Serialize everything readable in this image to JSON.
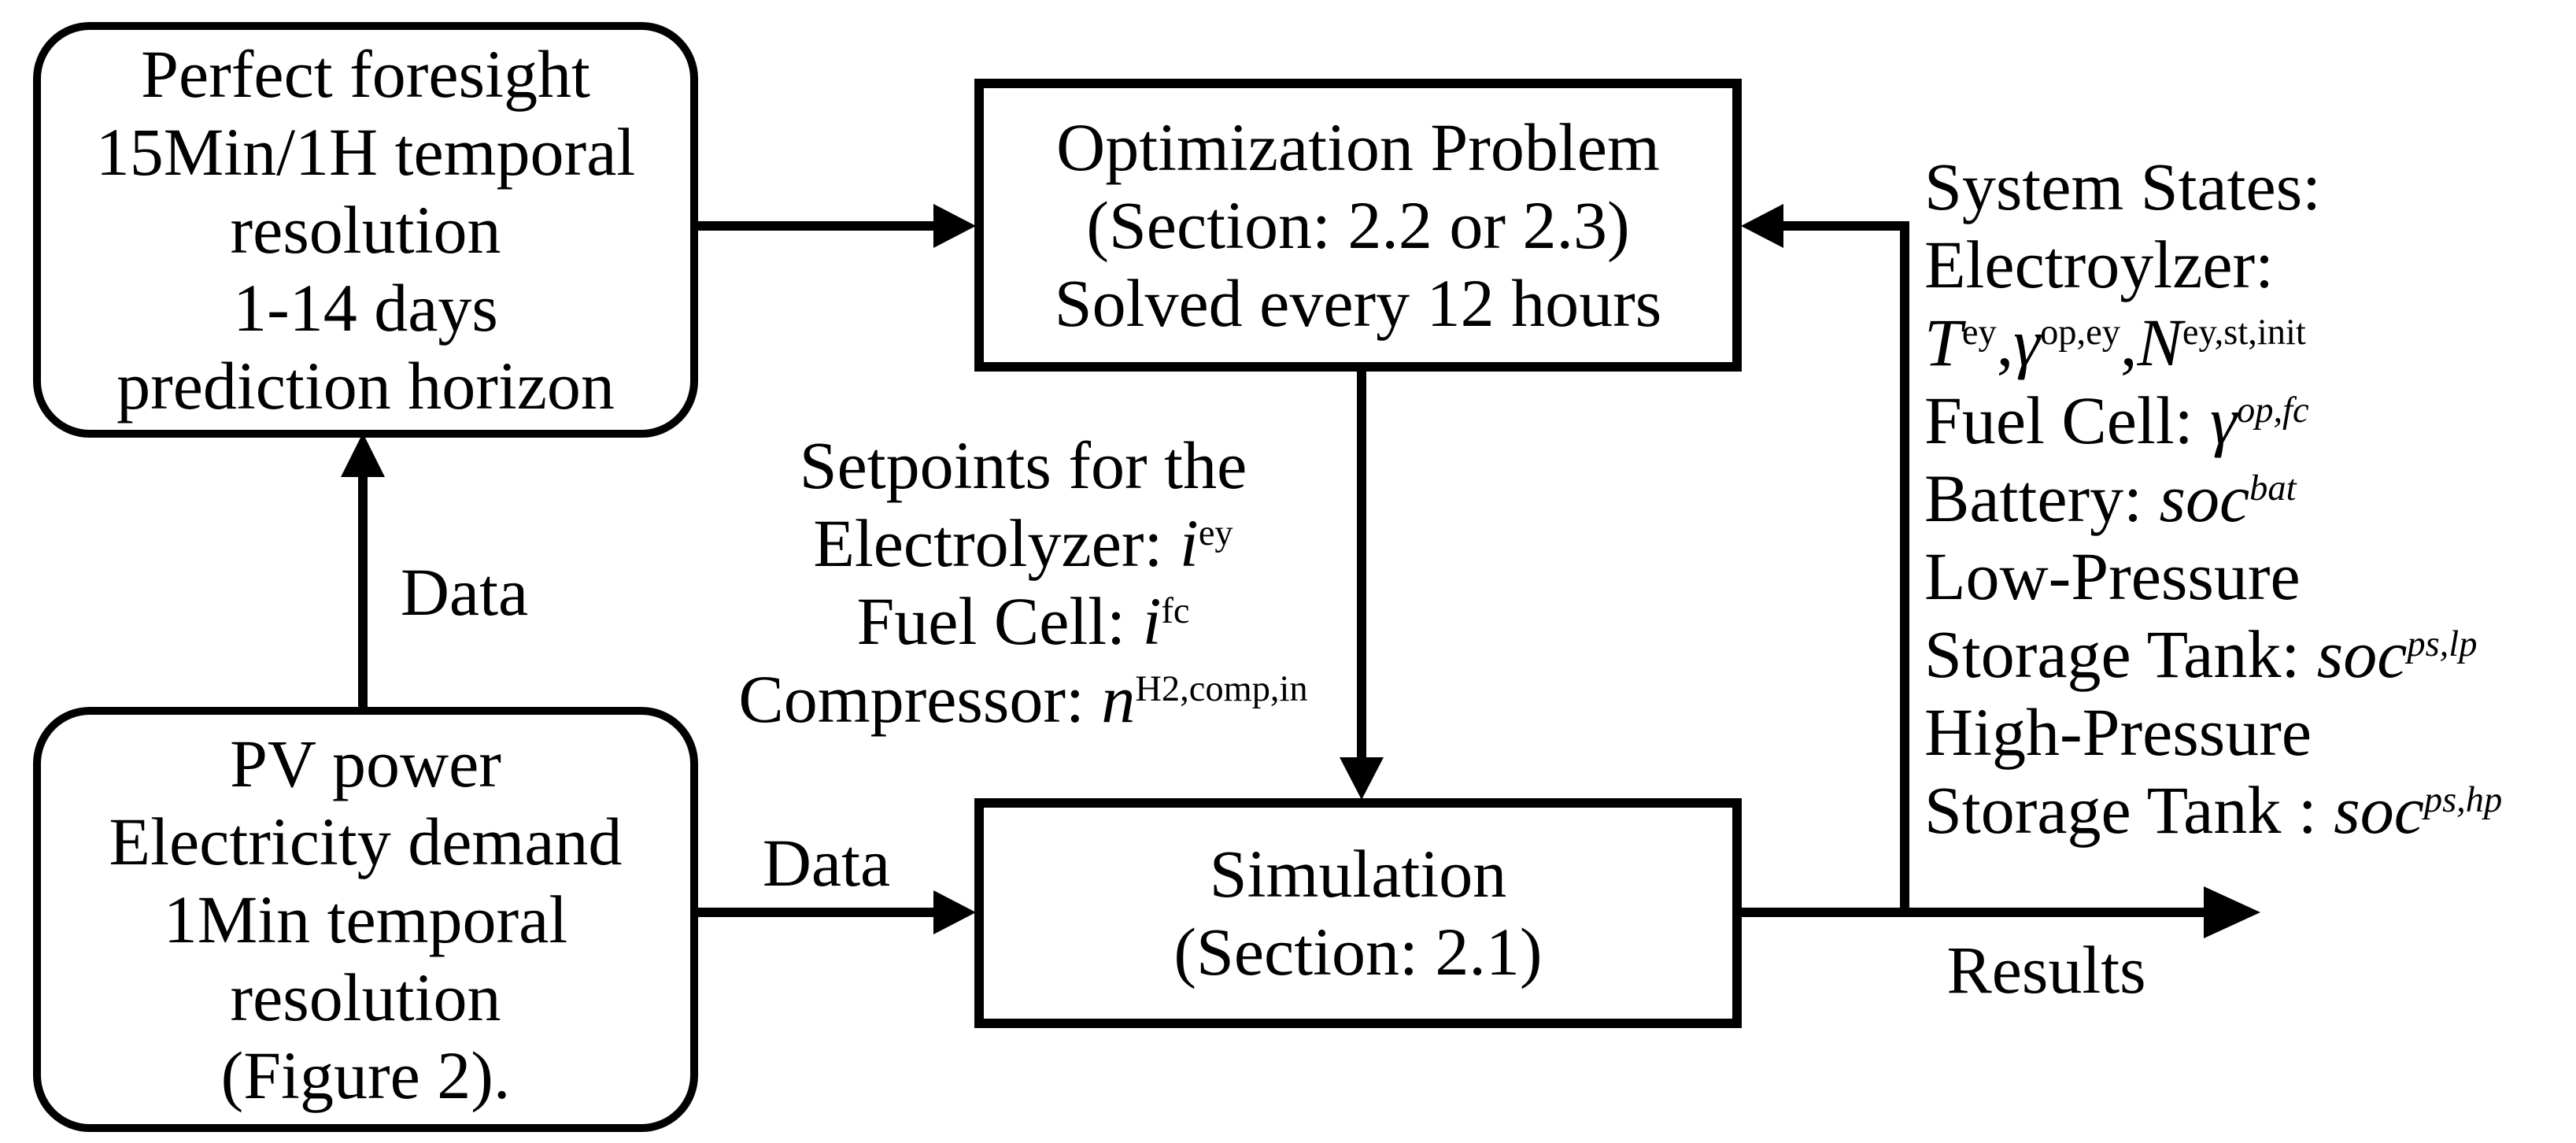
{
  "colors": {
    "ink": "#000000",
    "background": "#ffffff"
  },
  "boxes": {
    "perfect_foresight": {
      "lines": [
        "Perfect foresight",
        "15Min/1H temporal",
        "resolution",
        "1-14 days",
        "prediction horizon"
      ]
    },
    "optimization": {
      "lines": [
        "Optimization Problem",
        "(Section: 2.2 or 2.3)",
        "Solved every 12 hours"
      ]
    },
    "pv_power": {
      "lines": [
        "PV power",
        "Electricity demand",
        "1Min temporal",
        "resolution",
        "(Figure 2)."
      ]
    },
    "simulation": {
      "lines": [
        "Simulation",
        "(Section: 2.1)"
      ]
    }
  },
  "setpoints": {
    "lines": [
      [
        {
          "t": "Setpoints for the"
        }
      ],
      [
        {
          "t": "Electrolyzer: "
        },
        {
          "t": "i",
          "i": true
        },
        {
          "t": "ey",
          "sup": true
        }
      ],
      [
        {
          "t": "Fuel Cell: "
        },
        {
          "t": "i",
          "i": true
        },
        {
          "t": "fc",
          "sup": true
        }
      ],
      [
        {
          "t": "Compressor: "
        },
        {
          "t": "n",
          "i": true
        },
        {
          "t": "H2,comp,in",
          "sup": true
        }
      ]
    ]
  },
  "system_states": {
    "lines": [
      [
        {
          "t": "System States:"
        }
      ],
      [
        {
          "t": "Electroylzer:"
        }
      ],
      [
        {
          "t": " "
        },
        {
          "t": "T",
          "i": true
        },
        {
          "t": "ey",
          "sup": true
        },
        {
          "t": ","
        },
        {
          "t": "γ",
          "i": true
        },
        {
          "t": "op,ey",
          "sup": true
        },
        {
          "t": ","
        },
        {
          "t": "N",
          "i": true
        },
        {
          "t": "ey,st,init",
          "sup": true
        }
      ],
      [
        {
          "t": "Fuel Cell: "
        },
        {
          "t": "γ",
          "i": true
        },
        {
          "t": "op,fc",
          "sup": true,
          "i": true
        }
      ],
      [
        {
          "t": "Battery: "
        },
        {
          "t": "soc",
          "i": true
        },
        {
          "t": "bat",
          "sup": true,
          "i": true
        }
      ],
      [
        {
          "t": "Low-Pressure"
        }
      ],
      [
        {
          "t": "Storage Tank: "
        },
        {
          "t": "soc",
          "i": true
        },
        {
          "t": "ps,lp",
          "sup": true,
          "i": true
        }
      ],
      [
        {
          "t": "High-Pressure"
        }
      ],
      [
        {
          "t": "Storage Tank : "
        },
        {
          "t": "soc",
          "i": true
        },
        {
          "t": "ps,hp",
          "sup": true,
          "i": true
        }
      ]
    ]
  },
  "labels": {
    "data_left": "Data",
    "data_bottom": "Data",
    "results": "Results"
  }
}
